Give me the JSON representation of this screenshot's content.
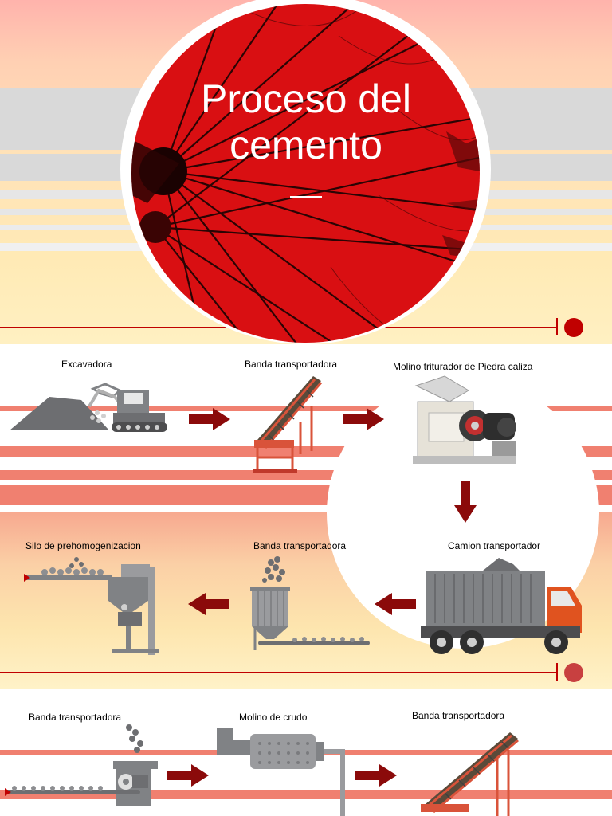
{
  "title_slide": {
    "title_line1": "Proceso del",
    "title_line2": "cemento"
  },
  "process_slide": {
    "steps": [
      {
        "label": "Excavadora",
        "icon": "excavator-icon"
      },
      {
        "label": "Banda transportadora",
        "icon": "conveyor-belt-icon"
      },
      {
        "label": "Molino triturador de Piedra caliza",
        "icon": "crusher-mill-icon"
      },
      {
        "label": "Camion transportador",
        "icon": "truck-icon"
      },
      {
        "label": "Banda transportadora",
        "icon": "hopper-conveyor-icon"
      },
      {
        "label": "Silo de prehomogenizacion",
        "icon": "silo-icon"
      }
    ]
  },
  "process_slide_2": {
    "steps": [
      {
        "label": "Banda transportadora",
        "icon": "crusher-feeder-icon"
      },
      {
        "label": "Molino de crudo",
        "icon": "raw-mill-icon"
      },
      {
        "label": "Banda transportadora",
        "icon": "conveyor-belt-icon"
      }
    ]
  },
  "colors": {
    "accent_red": "#c00000",
    "arrow_dark_red": "#8b0a0a",
    "band_salmon": "#f08070",
    "machine_gray": "#808285"
  }
}
